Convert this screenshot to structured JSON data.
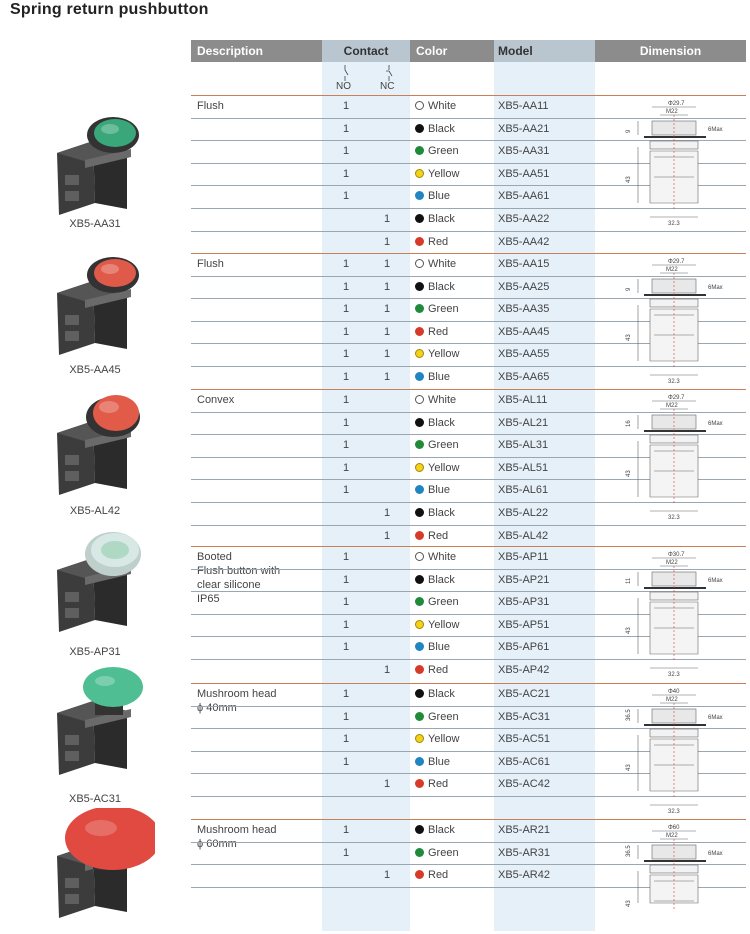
{
  "title": "Spring return pushbutton",
  "headers": {
    "description": "Description",
    "contact": "Contact",
    "color": "Color",
    "model": "Model",
    "dimension": "Dimension"
  },
  "contact_symbols": {
    "no": "NO",
    "nc": "NC"
  },
  "colors": {
    "White": "#ffffff",
    "Black": "#111111",
    "Green": "#1e8a3a",
    "Yellow": "#f2d21c",
    "Blue": "#1f86c2",
    "Red": "#d83a2a"
  },
  "groups": [
    {
      "description": "Flush",
      "product_label": "XB5-AA31",
      "cap_color": "#3aa77a",
      "cap_style": "flush",
      "dims": [
        "Φ29.7",
        "M22",
        "6Max",
        "9",
        "43",
        "32.3"
      ],
      "rows": [
        {
          "no": "1",
          "nc": "",
          "color": "White",
          "model": "XB5-AA11"
        },
        {
          "no": "1",
          "nc": "",
          "color": "Black",
          "model": "XB5-AA21"
        },
        {
          "no": "1",
          "nc": "",
          "color": "Green",
          "model": "XB5-AA31"
        },
        {
          "no": "1",
          "nc": "",
          "color": "Yellow",
          "model": "XB5-AA51"
        },
        {
          "no": "1",
          "nc": "",
          "color": "Blue",
          "model": "XB5-AA61"
        },
        {
          "no": "",
          "nc": "1",
          "color": "Black",
          "model": "XB5-AA22"
        },
        {
          "no": "",
          "nc": "1",
          "color": "Red",
          "model": "XB5-AA42"
        }
      ]
    },
    {
      "description": "Flush",
      "product_label": "XB5-AA45",
      "cap_color": "#e05a4a",
      "cap_style": "flush",
      "dims": [
        "Φ29.7",
        "M22",
        "6Max",
        "9",
        "43",
        "32.3"
      ],
      "rows": [
        {
          "no": "1",
          "nc": "1",
          "color": "White",
          "model": "XB5-AA15"
        },
        {
          "no": "1",
          "nc": "1",
          "color": "Black",
          "model": "XB5-AA25"
        },
        {
          "no": "1",
          "nc": "1",
          "color": "Green",
          "model": "XB5-AA35"
        },
        {
          "no": "1",
          "nc": "1",
          "color": "Red",
          "model": "XB5-AA45"
        },
        {
          "no": "1",
          "nc": "1",
          "color": "Yellow",
          "model": "XB5-AA55"
        },
        {
          "no": "1",
          "nc": "1",
          "color": "Blue",
          "model": "XB5-AA65"
        }
      ]
    },
    {
      "description": "Convex",
      "product_label": "XB5-AL42",
      "cap_color": "#e25a48",
      "cap_style": "convex",
      "dims": [
        "Φ29.7",
        "M22",
        "6Max",
        "16",
        "43",
        "32.3"
      ],
      "rows": [
        {
          "no": "1",
          "nc": "",
          "color": "White",
          "model": "XB5-AL11"
        },
        {
          "no": "1",
          "nc": "",
          "color": "Black",
          "model": "XB5-AL21"
        },
        {
          "no": "1",
          "nc": "",
          "color": "Green",
          "model": "XB5-AL31"
        },
        {
          "no": "1",
          "nc": "",
          "color": "Yellow",
          "model": "XB5-AL51"
        },
        {
          "no": "1",
          "nc": "",
          "color": "Blue",
          "model": "XB5-AL61"
        },
        {
          "no": "",
          "nc": "1",
          "color": "Black",
          "model": "XB5-AL22"
        },
        {
          "no": "",
          "nc": "1",
          "color": "Red",
          "model": "XB5-AL42"
        }
      ]
    },
    {
      "description": "Booted\nFlush button with\nclear silicone\nIP65",
      "product_label": "XB5-AP31",
      "cap_color": "#d8e8e4",
      "cap_style": "booted",
      "dims": [
        "Φ30.7",
        "M22",
        "6Max",
        "11",
        "43",
        "32.3"
      ],
      "rows": [
        {
          "no": "1",
          "nc": "",
          "color": "White",
          "model": "XB5-AP11"
        },
        {
          "no": "1",
          "nc": "",
          "color": "Black",
          "model": "XB5-AP21"
        },
        {
          "no": "1",
          "nc": "",
          "color": "Green",
          "model": "XB5-AP31"
        },
        {
          "no": "1",
          "nc": "",
          "color": "Yellow",
          "model": "XB5-AP51"
        },
        {
          "no": "1",
          "nc": "",
          "color": "Blue",
          "model": "XB5-AP61"
        },
        {
          "no": "",
          "nc": "1",
          "color": "Red",
          "model": "XB5-AP42"
        }
      ]
    },
    {
      "description": "Mushroom head\nϕ 40mm",
      "product_label": "XB5-AC31",
      "cap_color": "#4fbf93",
      "cap_style": "mushroom40",
      "dims": [
        "Φ40",
        "M22",
        "6Max",
        "36.5",
        "43",
        "32.3"
      ],
      "rows": [
        {
          "no": "1",
          "nc": "",
          "color": "Black",
          "model": "XB5-AC21"
        },
        {
          "no": "1",
          "nc": "",
          "color": "Green",
          "model": "XB5-AC31"
        },
        {
          "no": "1",
          "nc": "",
          "color": "Yellow",
          "model": "XB5-AC51"
        },
        {
          "no": "1",
          "nc": "",
          "color": "Blue",
          "model": "XB5-AC61"
        },
        {
          "no": "",
          "nc": "1",
          "color": "Red",
          "model": "XB5-AC42"
        }
      ]
    },
    {
      "description": "Mushroom head\nϕ 60mm",
      "product_label": "",
      "cap_color": "#e04a40",
      "cap_style": "mushroom60",
      "dims": [
        "Φ60",
        "M22",
        "6Max",
        "36.5",
        "43"
      ],
      "rows": [
        {
          "no": "1",
          "nc": "",
          "color": "Black",
          "model": "XB5-AR21"
        },
        {
          "no": "1",
          "nc": "",
          "color": "Green",
          "model": "XB5-AR31"
        },
        {
          "no": "",
          "nc": "1",
          "color": "Red",
          "model": "XB5-AR42"
        }
      ]
    }
  ]
}
